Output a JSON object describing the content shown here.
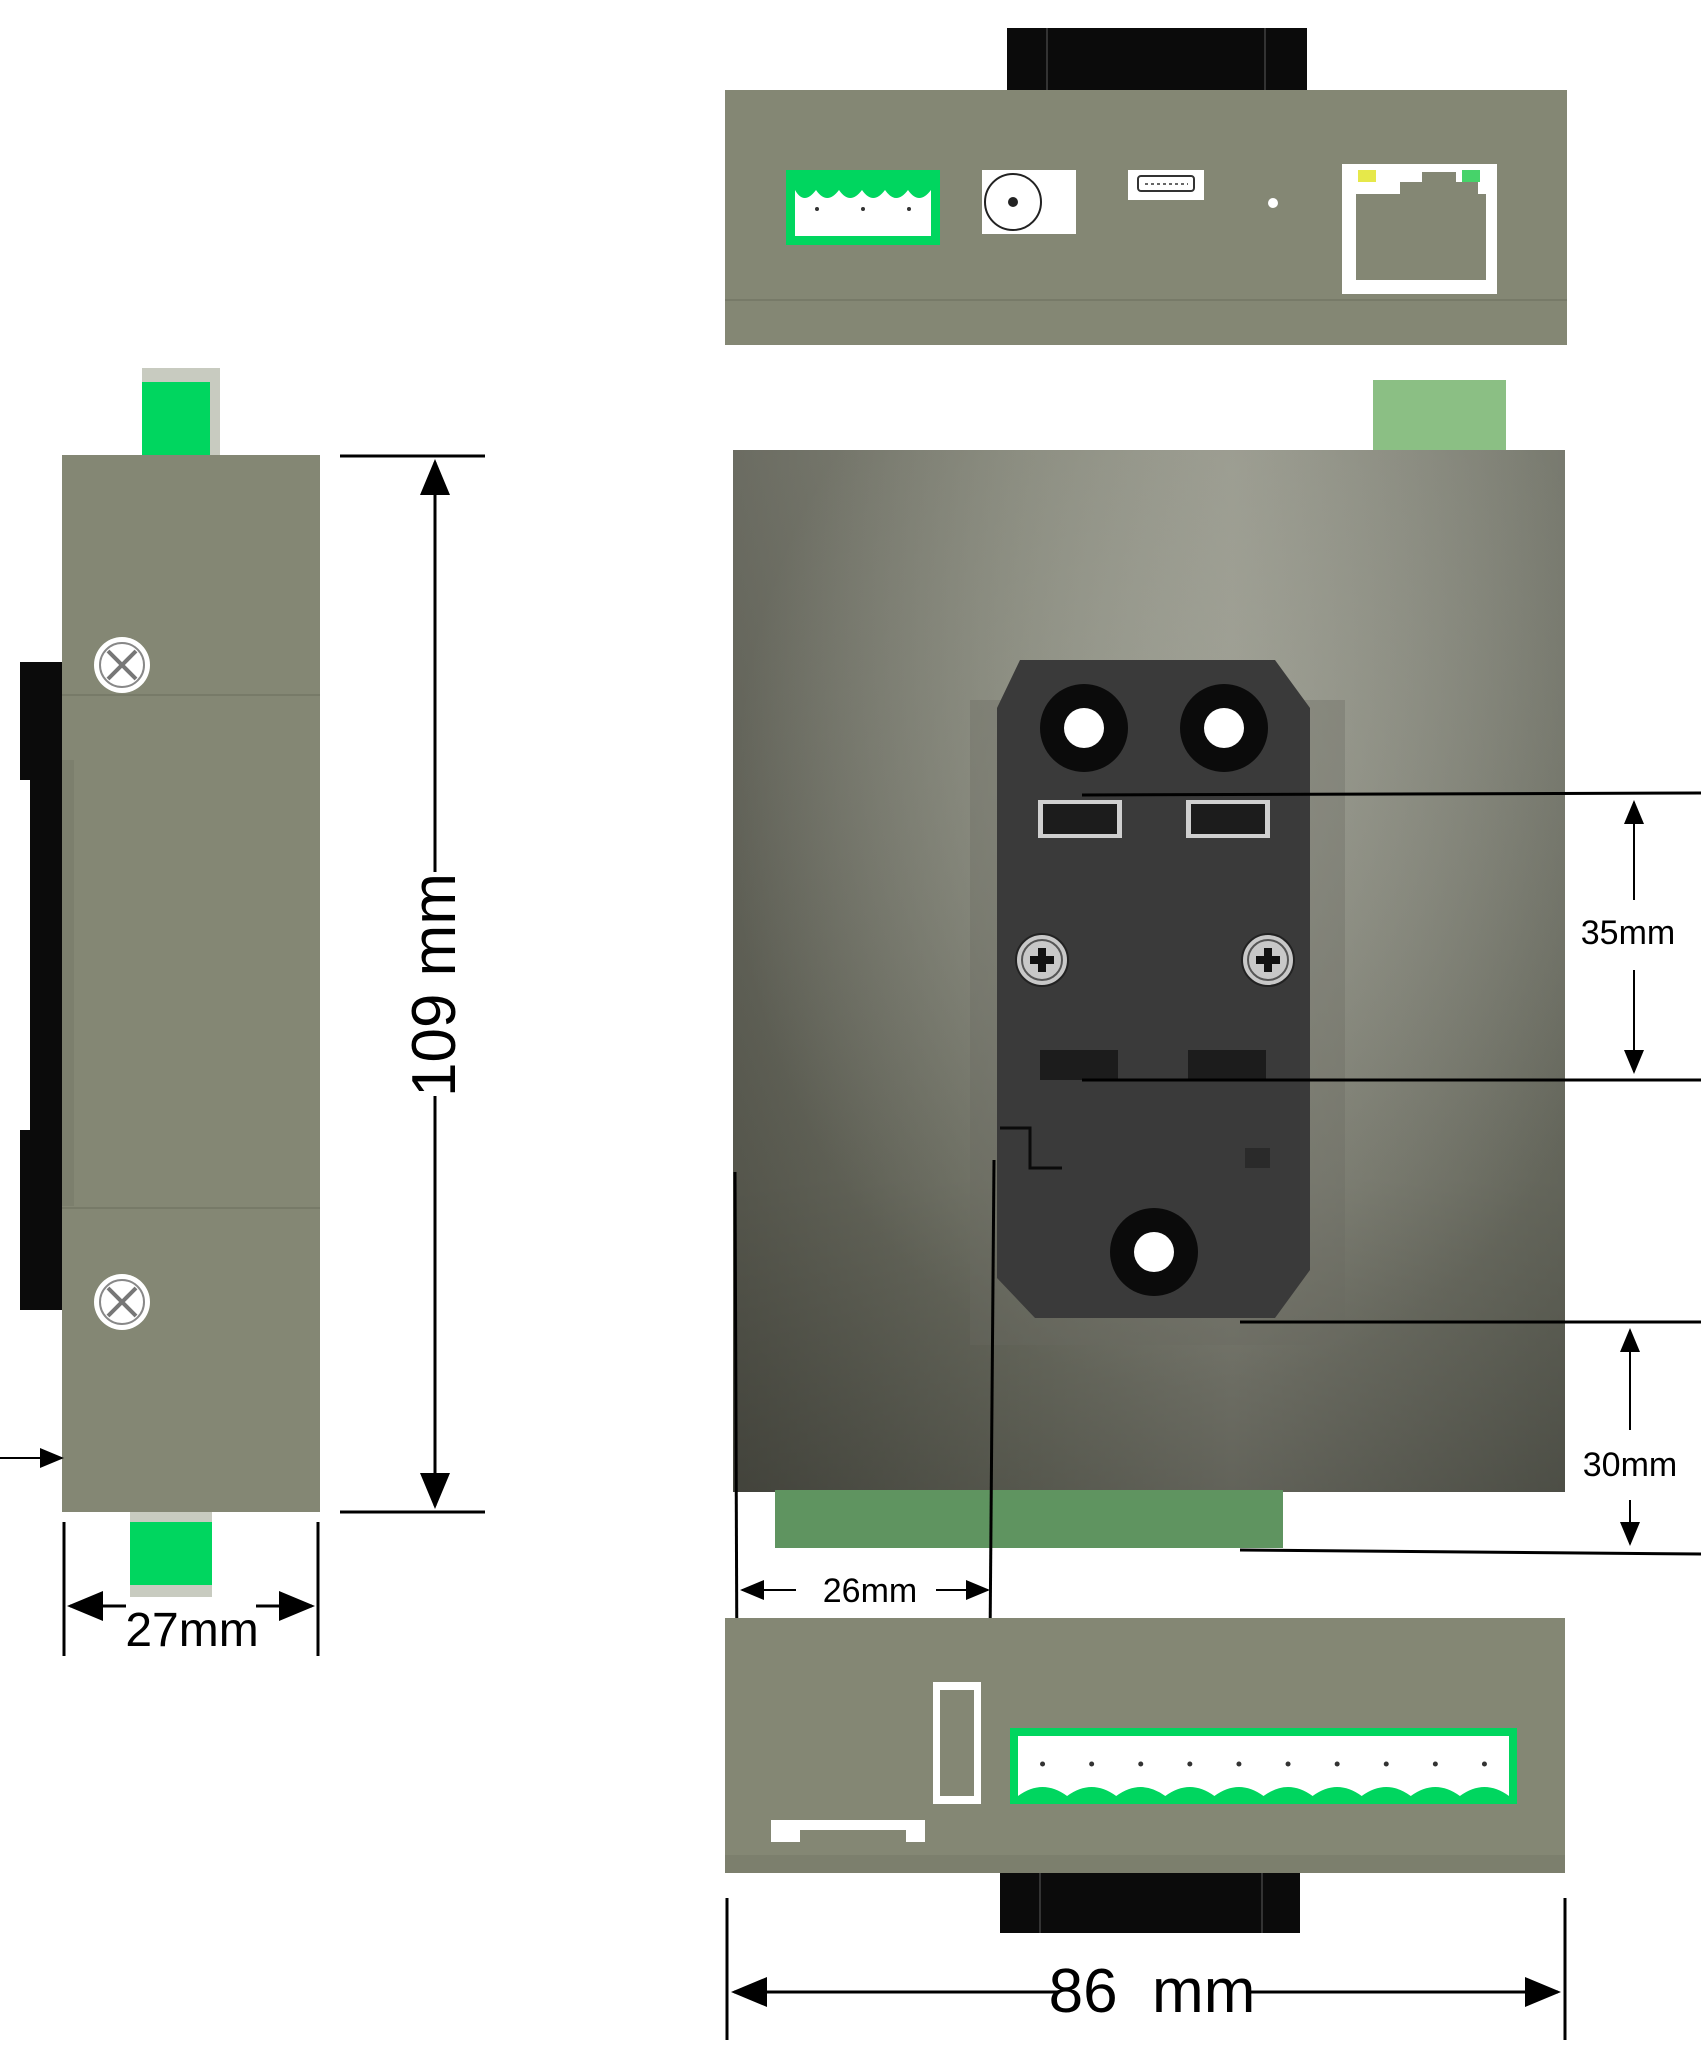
{
  "dimensions": {
    "height": "109 mm",
    "side_width": "27mm",
    "front_width": "86  mm",
    "rail_width": "35mm",
    "bottom_offset": "30mm",
    "side_offset": "26mm"
  },
  "colors": {
    "housing": "#848774",
    "terminal_green": "#00d65f",
    "dark_terminal_green": "#5f9460",
    "light_terminal_green": "#8bbf84",
    "clip_dark": "#3a3a3a",
    "rail_black": "#0b0b0b",
    "line": "#000000"
  },
  "icons": [
    "screw-cross-icon",
    "phillips-screw-icon",
    "rj45-port-icon",
    "usb-port-icon",
    "dc-jack-icon",
    "din-clip-icon"
  ]
}
